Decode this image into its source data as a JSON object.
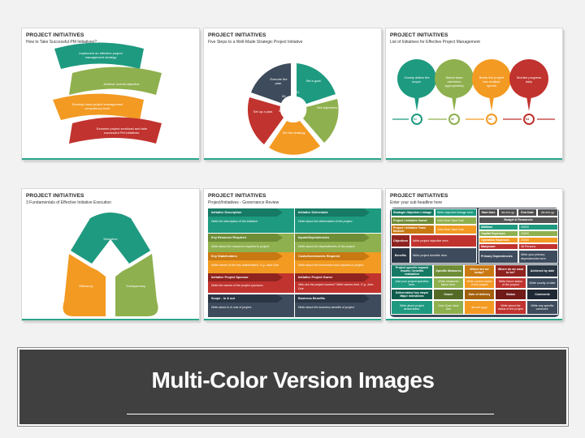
{
  "slides": [
    {
      "title": "PROJECT INITIATIVES",
      "subtitle": "How to Take Successful PM Initiatives?",
      "steps": [
        {
          "text": "Implement an effective project management strategy",
          "color": "#1e9a80"
        },
        {
          "text": "Achieve overall objective.",
          "color": "#8fb04e"
        },
        {
          "text": "Develop basic project management competency level.",
          "color": "#f39a22"
        },
        {
          "text": "Examine project workload and take successful PM initiatives.",
          "color": "#c1332e"
        }
      ]
    },
    {
      "title": "PROJECT INITIATIVES",
      "subtitle": "Five Steps to a Well-Made Strategic Project Initiative",
      "segments": [
        {
          "num": "01",
          "label": "Set a goal.",
          "color": "#1e9a80"
        },
        {
          "num": "02",
          "label": "Set objectives.",
          "color": "#8fb04e"
        },
        {
          "num": "03",
          "label": "Set the strategy.",
          "color": "#f39a22"
        },
        {
          "num": "04",
          "label": "Set up a plan.",
          "color": "#c1332e"
        },
        {
          "num": "05",
          "label": "Execute the plan.",
          "color": "#3d4b5c"
        }
      ]
    },
    {
      "title": "PROJECT INITIATIVES",
      "subtitle": "List of Initiatives for Effective Project Management",
      "pins": [
        {
          "num": "01",
          "label": "Clearly define the scope.",
          "color": "#1e9a80"
        },
        {
          "num": "02",
          "label": "Select team members appropriately",
          "color": "#8fb04e"
        },
        {
          "num": "03",
          "label": "Break the project into multiple sprints",
          "color": "#f39a22"
        },
        {
          "num": "04",
          "label": "Monitor progress daily",
          "color": "#c1332e"
        }
      ]
    },
    {
      "title": "PROJECT INITIATIVES",
      "subtitle": "3 Fundamentals of Effective Initiative Execution",
      "parts": [
        {
          "label": "Discipline",
          "color": "#1e9a80"
        },
        {
          "label": "Efficiency",
          "color": "#f39a22"
        },
        {
          "label": "Transparency",
          "color": "#8fb04e"
        }
      ]
    },
    {
      "title": "PROJECT INITIATIVES",
      "subtitle": "Project/Initiatives - Governance Review",
      "cells": [
        {
          "head": "Initiative Description",
          "body": "Write the description of the initiative."
        },
        {
          "head": "Initiative Deliverable",
          "body": "Write about the deliverables of the project."
        },
        {
          "head": "Key Resource Required",
          "body": "Write about the resources required in project."
        },
        {
          "head": "Inputs/Dependencies",
          "body": "Write about the dependencies of the project."
        },
        {
          "head": "Key Stakeholders",
          "body": "Write names of the key stakeholders. E.g. Jane Doe"
        },
        {
          "head": "Costs/Investments Required",
          "body": "Write about the investment cost required in project."
        },
        {
          "head": "Initiative Project Sponsor",
          "body": "Write the names of the project sponsors."
        },
        {
          "head": "Initiative Project Owner",
          "body": "Who are the project owners? Write names here. E.g. John Doe"
        },
        {
          "head": "Scope - In & out",
          "body": "Write about in & outs of project."
        },
        {
          "head": "Business Benefits",
          "body": "Write about the business benefits of project"
        }
      ]
    },
    {
      "title": "PROJECT INITIATIVES",
      "subtitle": "Enter your sub headline here",
      "left_rows": [
        {
          "label": "Strategic Objective Linkage",
          "value": "Write objective linkage here."
        },
        {
          "label": "Project / Initiative Owner",
          "value": "John Doe/ Jane Doe"
        },
        {
          "label": "Project / Initiative Team Member",
          "value": "John Doe/ Jane Doe"
        },
        {
          "label": "Objectives",
          "value": "Write project objective here."
        },
        {
          "label": "Benefits",
          "value": "Write project benefits here."
        }
      ],
      "dates": {
        "start_label": "Start Date",
        "start_value": "dd-mm-yy",
        "end_label": "End Date",
        "end_value": "dd-mm-yy"
      },
      "budget_header": "Budget & Resources",
      "budget_rows": [
        {
          "label": "$/Million",
          "value": "20000"
        },
        {
          "label": "Capital Expenses",
          "value": "20000"
        },
        {
          "label": "Operation Expenses",
          "value": "20000"
        },
        {
          "label": "Manpower",
          "value": "48 Persons"
        },
        {
          "label": "Primary Dependencies",
          "value": "Write your primary dependencies here."
        }
      ],
      "grid_head1": [
        "Project specific impact/ results / benefits realization",
        "Specific Measures",
        "Where are we today?",
        "Where do we want to be?",
        "Achieved by date"
      ],
      "grid_row1": [
        "Add your project specifics here.",
        "Write measures taken here.",
        "Write current status of the project",
        "Write future status of the project",
        "Write county of date"
      ],
      "grid_head2": [
        "Deliverables/ key steps/ Major milestones",
        "Owner",
        "Date of delivery",
        "Status",
        "Comments"
      ],
      "grid_row2": [
        "Write about project deliverables.",
        "John Doe/ Jane Doe",
        "dd-mm-yyyy",
        "Write about the status of the project",
        "Write any specific comment."
      ]
    }
  ],
  "banner": {
    "title": "Multi-Color Version Images"
  }
}
